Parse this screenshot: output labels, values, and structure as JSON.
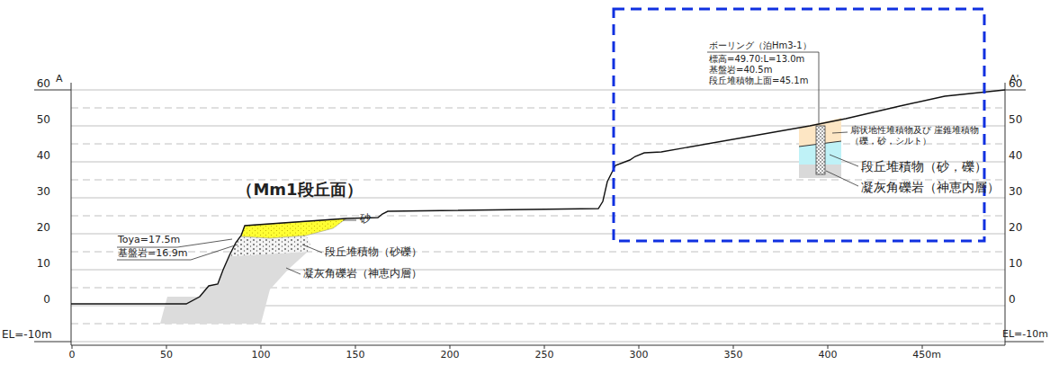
{
  "diagram": {
    "labels": [
      "A",
      "60",
      "50",
      "40",
      "30",
      "20",
      "10",
      "0",
      "EL=-10m",
      "60",
      "50",
      "40",
      "30",
      "20",
      "10",
      "0",
      "EL=-10m",
      "0",
      "50",
      "100",
      "150",
      "200",
      "250",
      "300",
      "350",
      "400",
      "450m",
      "A'",
      "（Mm1段丘面）",
      "砂",
      "段丘堆積物（砂礫）",
      "凝灰角礫岩（神恵内層）",
      "Toya=17.5m",
      "基盤岩=16.9m",
      "ボーリング（泊Hm3-1）",
      "標高=49.70:L=13.0m",
      "基盤岩=40.5m",
      "段丘堆積物上面=45.1m",
      "扇状地性堆積物及び 崖錐堆積物（礫，砂，シルト）",
      "段丘堆積物（砂，礫）",
      "凝灰角礫岩（神恵内層）"
    ]
  }
}
